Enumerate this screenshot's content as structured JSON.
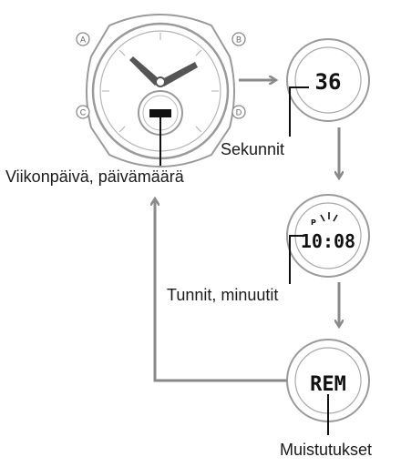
{
  "watch": {
    "buttons": [
      "A",
      "B",
      "C",
      "D"
    ],
    "dial_display": "▬"
  },
  "displays": [
    {
      "id": "seconds",
      "text": "36",
      "caption": "Sekunnit"
    },
    {
      "id": "time",
      "text": "10:08",
      "indicator": "P",
      "caption": "Tunnit, minuutit"
    },
    {
      "id": "reminders",
      "text": "REM",
      "caption": "Muistutukset"
    }
  ],
  "return_caption": "Viikonpäivä, päivämäärä",
  "colors": {
    "arrow": "#8a8a8a",
    "outline": "#9a9a9a",
    "ink": "#111111"
  }
}
